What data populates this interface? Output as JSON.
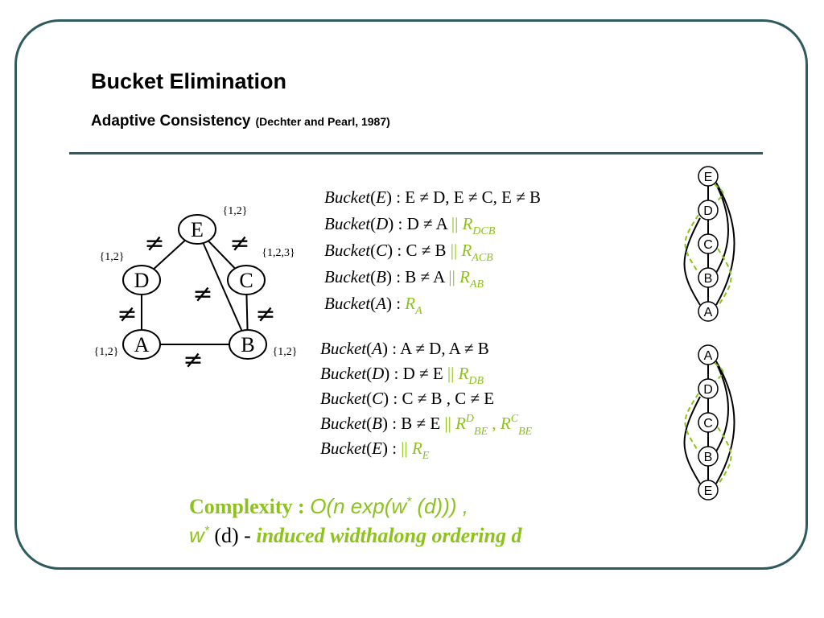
{
  "slide": {
    "title": "Bucket Elimination",
    "subtitle": "Adaptive Consistency",
    "citation": "(Dechter and Pearl, 1987)"
  },
  "graph": {
    "nodes": [
      {
        "id": "E",
        "label": "E",
        "domain": "{1,2}"
      },
      {
        "id": "D",
        "label": "D",
        "domain": "{1,2}"
      },
      {
        "id": "C",
        "label": "C",
        "domain": "{1,2,3}"
      },
      {
        "id": "A",
        "label": "A",
        "domain": "{1,2}"
      },
      {
        "id": "B",
        "label": "B",
        "domain": "{1,2}"
      }
    ],
    "edges": [
      [
        "E",
        "D"
      ],
      [
        "E",
        "C"
      ],
      [
        "E",
        "B"
      ],
      [
        "D",
        "A"
      ],
      [
        "C",
        "B"
      ],
      [
        "A",
        "B"
      ]
    ],
    "neq_symbol": "≠"
  },
  "buckets_order1": [
    {
      "bucket": "E",
      "constraints": "E ≠ D,  E ≠ C,  E ≠ B",
      "sep": "",
      "rel": "",
      "rel_sub": "",
      "rel2_sup": "",
      "rel2_sub": ""
    },
    {
      "bucket": "D",
      "constraints": "D ≠ A",
      "sep": "||",
      "rel": "R",
      "rel_sub": "DCB"
    },
    {
      "bucket": "C",
      "constraints": "C ≠ B",
      "sep": "||",
      "rel": "R",
      "rel_sub": "ACB"
    },
    {
      "bucket": "B",
      "constraints": "B ≠ A",
      "sep": "||",
      "rel": "R",
      "rel_sub": "AB"
    },
    {
      "bucket": "A",
      "constraints": "",
      "sep": "",
      "rel": "R",
      "rel_sub": "A"
    }
  ],
  "buckets_order2": [
    {
      "bucket": "A",
      "constraints": "A ≠ D,  A ≠ B",
      "sep": "",
      "rel": "",
      "rel_sub": ""
    },
    {
      "bucket": "D",
      "constraints": "D ≠ E",
      "sep": "||",
      "rel": "R",
      "rel_sub": "DB"
    },
    {
      "bucket": "C",
      "constraints": "C ≠ B ,  C ≠ E",
      "sep": "",
      "rel": "",
      "rel_sub": ""
    },
    {
      "bucket": "B",
      "constraints": "B ≠ E",
      "sep": "||",
      "rel": "R",
      "rel_sup": "D",
      "rel_sub": "BE",
      "rel2": "R",
      "rel2_sup": "C",
      "rel2_sub": "BE"
    },
    {
      "bucket": "E",
      "constraints": "",
      "sep": "||",
      "rel": "R",
      "rel_sub": "E"
    }
  ],
  "bucket_word": "Bucket",
  "ordering1": [
    "E",
    "D",
    "C",
    "B",
    "A"
  ],
  "ordering2": [
    "A",
    "D",
    "C",
    "B",
    "E"
  ],
  "complexity": {
    "label": "Complexity",
    "colon": ":",
    "formula_pre": "O(n exp(w",
    "formula_sup": "*",
    "formula_post": " (d))) ,",
    "w": "w",
    "w_sup": "*",
    "d_part": " (d) - ",
    "induced": "induced widthalong ordering d"
  },
  "colors": {
    "accent": "#8cc21a",
    "frame": "#2f5a5e"
  }
}
